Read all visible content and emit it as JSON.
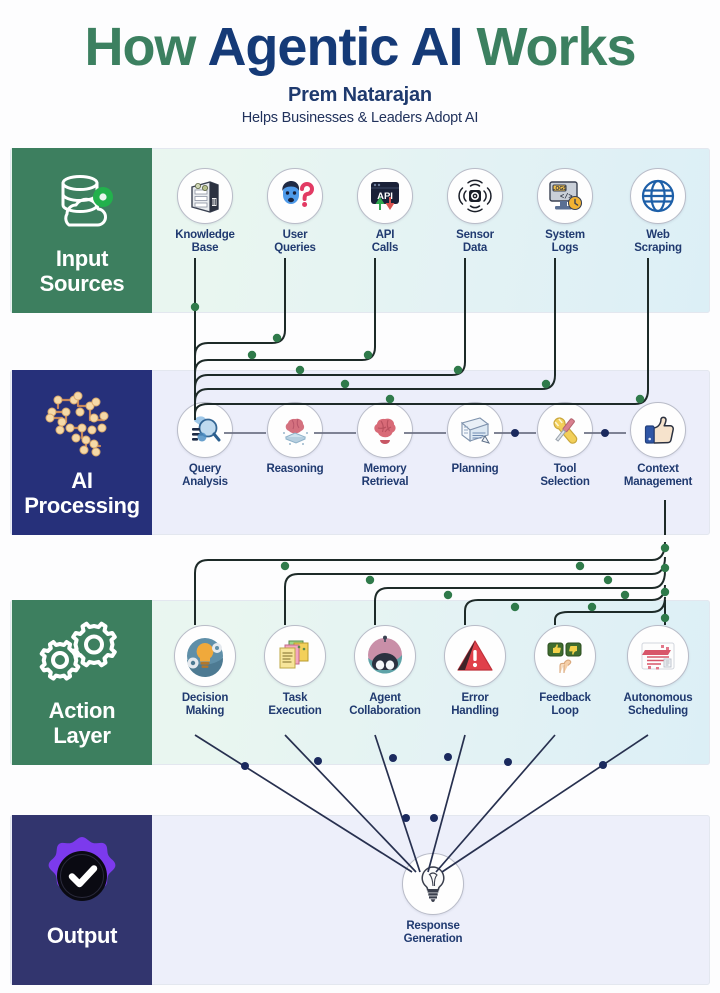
{
  "header": {
    "title_part1": "How ",
    "title_part2": "Agentic AI ",
    "title_part3": "Works",
    "author": "Prem Natarajan",
    "tagline": "Helps Businesses & Leaders Adopt AI",
    "colors": {
      "green": "#3c8060",
      "blue": "#153a77"
    }
  },
  "bands": [
    {
      "id": "input-sources",
      "label": "Input\nSources",
      "label_line1": "Input",
      "label_line2": "Sources",
      "icon": "database-cloud-icon",
      "panel_color": "#3d7f5f",
      "background": "green-gradient",
      "nodes": [
        {
          "label_line1": "Knowledge",
          "label_line2": "Base",
          "icon": "server-rack-icon"
        },
        {
          "label_line1": "User",
          "label_line2": "Queries",
          "icon": "user-question-icon"
        },
        {
          "label_line1": "API",
          "label_line2": "Calls",
          "icon": "api-window-icon"
        },
        {
          "label_line1": "Sensor",
          "label_line2": "Data",
          "icon": "sensor-signal-icon"
        },
        {
          "label_line1": "System",
          "label_line2": "Logs",
          "icon": "monitor-logs-icon"
        },
        {
          "label_line1": "Web",
          "label_line2": "Scraping",
          "icon": "globe-icon"
        }
      ]
    },
    {
      "id": "ai-processing",
      "label_line1": "AI",
      "label_line2": "Processing",
      "icon": "circuit-brain-icon",
      "panel_color": "#26307a",
      "background": "lavender",
      "nodes": [
        {
          "label_line1": "Query",
          "label_line2": "Analysis",
          "icon": "magnifier-data-icon"
        },
        {
          "label_line1": "Reasoning",
          "label_line2": "",
          "icon": "brain-chip-icon"
        },
        {
          "label_line1": "Memory",
          "label_line2": "Retrieval",
          "icon": "brain-icon"
        },
        {
          "label_line1": "Planning",
          "label_line2": "",
          "icon": "document-pen-icon"
        },
        {
          "label_line1": "Tool",
          "label_line2": "Selection",
          "icon": "wrench-screwdriver-icon"
        },
        {
          "label_line1": "Context",
          "label_line2": "Management",
          "icon": "thumbs-up-icon"
        }
      ]
    },
    {
      "id": "action-layer",
      "label_line1": "Action",
      "label_line2": "Layer",
      "icon": "two-gears-icon",
      "panel_color": "#3d7f5f",
      "background": "green-gradient",
      "nodes": [
        {
          "label_line1": "Decision",
          "label_line2": "Making",
          "icon": "lightbulb-gears-icon"
        },
        {
          "label_line1": "Task",
          "label_line2": "Execution",
          "icon": "sticky-notes-icon"
        },
        {
          "label_line1": "Agent",
          "label_line2": "Collaboration",
          "icon": "robot-icon"
        },
        {
          "label_line1": "Error",
          "label_line2": "Handling",
          "icon": "warning-triangle-icon"
        },
        {
          "label_line1": "Feedback",
          "label_line2": "Loop",
          "icon": "thumbs-feedback-icon"
        },
        {
          "label_line1": "Autonomous",
          "label_line2": "Scheduling",
          "icon": "calendar-schedule-icon"
        }
      ]
    },
    {
      "id": "output",
      "label_line1": "Output",
      "label_line2": "",
      "icon": "check-badge-icon",
      "panel_color": "#32356e",
      "background": "lavender",
      "nodes": [
        {
          "label_line1": "Response",
          "label_line2": "Generation",
          "icon": "lightbulb-icon"
        }
      ]
    }
  ],
  "connectors": {
    "input_to_ai_color": "#1d2a28",
    "input_dot_color": "#2f7a4a",
    "ai_chain_color": "#6e7285",
    "ai_chain_dot_color": "#1b2a5e",
    "action_to_output_color": "#27304f",
    "action_dot_color": "#1b2a5e"
  }
}
